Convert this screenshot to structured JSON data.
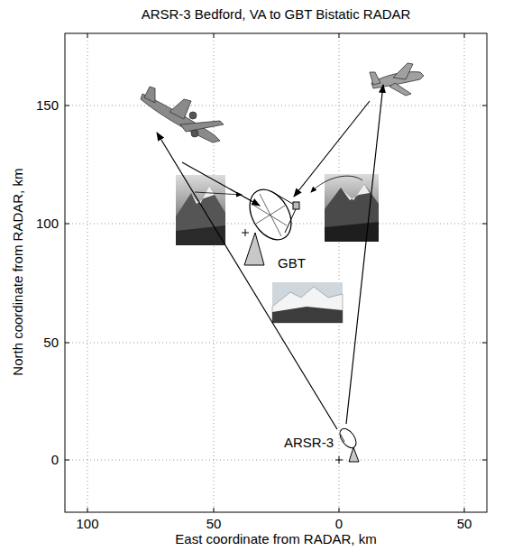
{
  "diagram": {
    "title": "ARSR-3 Bedford, VA to GBT Bistatic RADAR",
    "labels": [
      "150",
      "100",
      "50",
      "0",
      "100",
      "50",
      "0",
      "50",
      "North coordinate from RADAR, km",
      "East coordinate from RADAR, km",
      "GBT",
      "ARSR-3"
    ]
  }
}
